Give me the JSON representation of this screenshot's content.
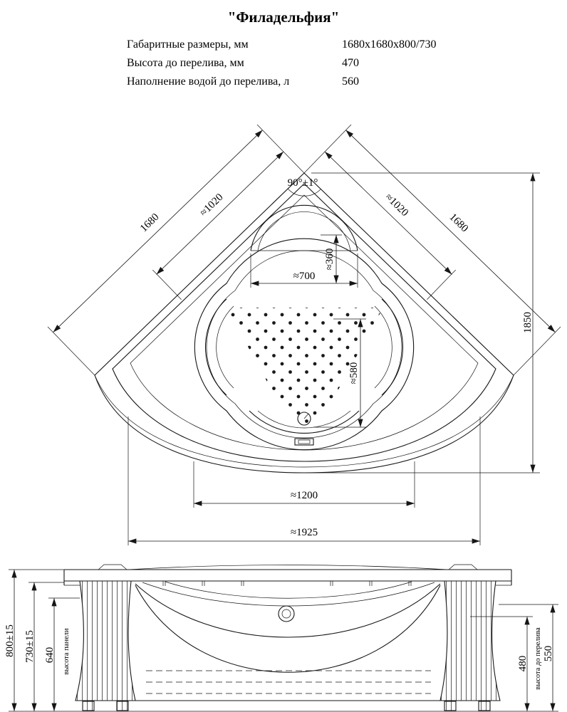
{
  "title": "\"Филадельфия\"",
  "specs": [
    {
      "label": "Габаритные размеры, мм",
      "value": "1680x1680x800/730"
    },
    {
      "label": "Высота до перелива, мм",
      "value": "470"
    },
    {
      "label": "Наполнение водой до перелива, л",
      "value": "560"
    }
  ],
  "top_view": {
    "angle": "90°±1°",
    "dim_left_inner": "≈1020",
    "dim_right_inner": "≈1020",
    "dim_left_outer": "1680",
    "dim_right_outer": "1680",
    "dim_headrest_width": "≈700",
    "dim_headrest_depth": "≈360",
    "dim_basin": "≈580",
    "dim_height": "1850",
    "dim_front_width": "≈1200",
    "dim_total_width": "≈1925"
  },
  "front_view": {
    "dim_total_height": "800±15",
    "dim_rim_height": "730±15",
    "dim_panel_height": "640",
    "panel_label": "высота панели",
    "dim_overflow_height": "480",
    "overflow_label": "высота до перелива",
    "dim_inner_height": "550"
  }
}
